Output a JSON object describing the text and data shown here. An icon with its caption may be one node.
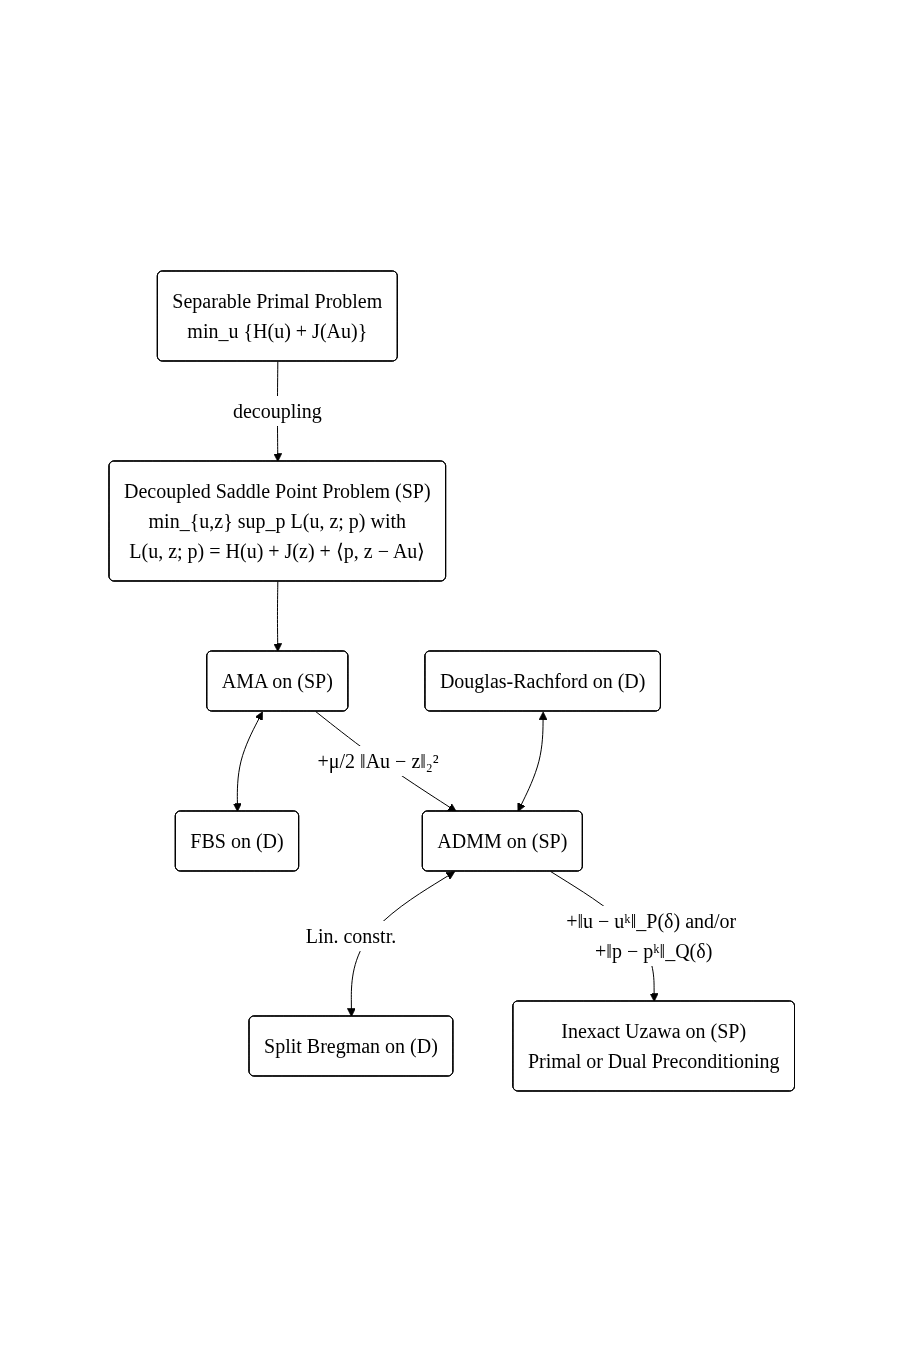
{
  "diagram": {
    "nodes": [
      {
        "text": [
          "Separable Primal Problem",
          "min_u {H(u) + J(Au)}"
        ]
      },
      {
        "text": [
          "Decoupled Saddle Point Problem (SP)",
          "min_{u,z} sup_p L(u, z; p) with",
          "L(u, z; p) = H(u) + J(z) + ⟨p, z − Au⟩"
        ]
      },
      {
        "text": [
          "AMA on (SP)"
        ]
      },
      {
        "text": [
          "FBS on (D)"
        ]
      },
      {
        "text": [
          "Douglas-Rachford on (D)"
        ]
      },
      {
        "text": [
          "ADMM on (SP)"
        ]
      },
      {
        "text": [
          "Split Bregman on (D)"
        ]
      },
      {
        "text": [
          "Inexact Uzawa on (SP)",
          "Primal or Dual Preconditioning"
        ]
      }
    ],
    "edges": [
      {
        "from": 0,
        "to": 1,
        "arrow": "to",
        "label": "decoupling"
      },
      {
        "from": 1,
        "to": 2,
        "arrow": "to"
      },
      {
        "from": 2,
        "to": 3,
        "arrow": "both"
      },
      {
        "from": 2,
        "to": 5,
        "arrow": "to",
        "label": "+μ/2 ‖Au − z‖₂²"
      },
      {
        "from": 4,
        "to": 5,
        "arrow": "both"
      },
      {
        "from": 5,
        "to": 6,
        "arrow": "both",
        "label": "Lin. constr."
      },
      {
        "from": 5,
        "to": 7,
        "arrow": "to",
        "label": "+‖u − uᵏ‖_P(δ) and/or +‖p − pᵏ‖_Q(δ)"
      }
    ]
  }
}
